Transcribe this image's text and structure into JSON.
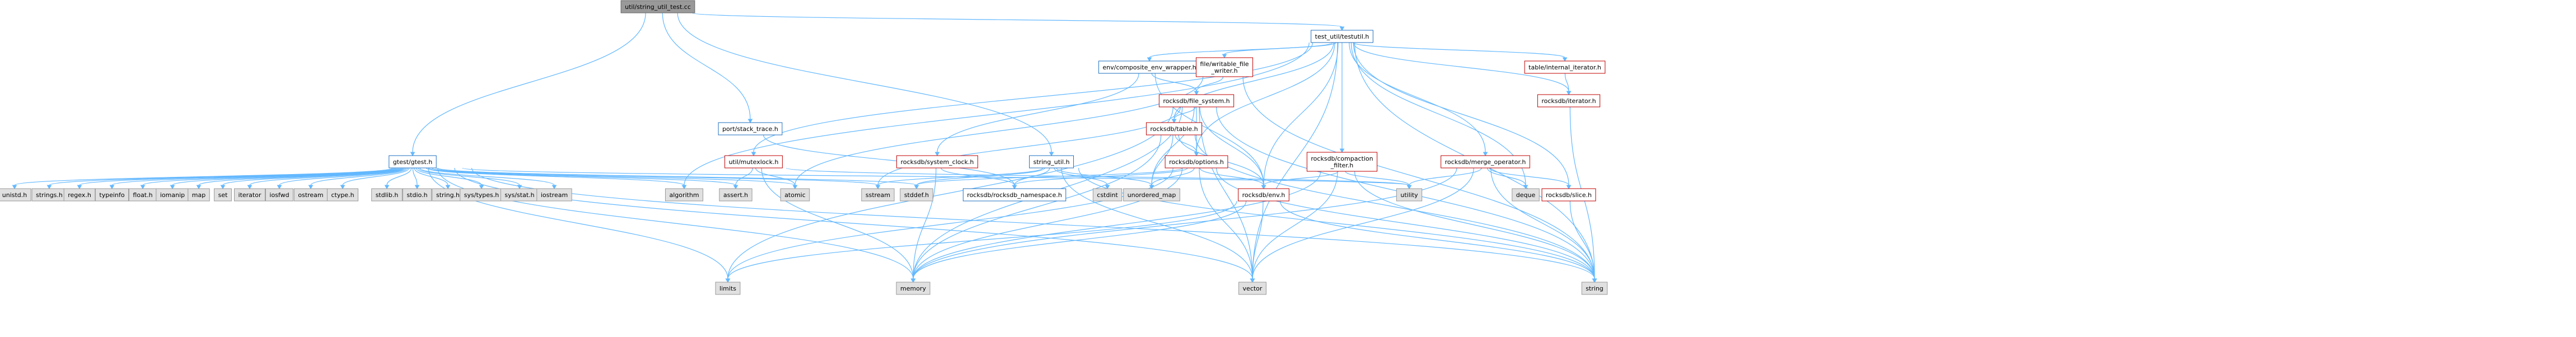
{
  "colors": {
    "root_fill": "#999999",
    "root_stroke": "#666666",
    "linked_fill": "#ffffff",
    "linked_stroke": "#c00000",
    "local_fill": "#ffffff",
    "local_stroke": "#1f6fbf",
    "system_fill": "#e0e0e0",
    "system_stroke": "#999999",
    "edge": "#63b8ff"
  },
  "nodes": [
    {
      "id": "root",
      "lines": [
        "util/string_util_test.cc"
      ],
      "kind": "root"
    },
    {
      "id": "testutil",
      "lines": [
        "test_util/testutil.h"
      ],
      "kind": "local"
    },
    {
      "id": "gtest",
      "lines": [
        "gtest/gtest.h"
      ],
      "kind": "local"
    },
    {
      "id": "stacktrace",
      "lines": [
        "port/stack_trace.h"
      ],
      "kind": "local"
    },
    {
      "id": "stringutil",
      "lines": [
        "string_util.h"
      ],
      "kind": "local"
    },
    {
      "id": "composite",
      "lines": [
        "env/composite_env_wrapper.h"
      ],
      "kind": "local"
    },
    {
      "id": "filewriter",
      "lines": [
        "file/writable_file",
        "_writer.h"
      ],
      "kind": "linked"
    },
    {
      "id": "filesystem",
      "lines": [
        "rocksdb/file_system.h"
      ],
      "kind": "linked"
    },
    {
      "id": "table",
      "lines": [
        "rocksdb/table.h"
      ],
      "kind": "linked"
    },
    {
      "id": "options",
      "lines": [
        "rocksdb/options.h"
      ],
      "kind": "linked"
    },
    {
      "id": "env",
      "lines": [
        "rocksdb/env.h"
      ],
      "kind": "linked"
    },
    {
      "id": "mutexlock",
      "lines": [
        "util/mutexlock.h"
      ],
      "kind": "linked"
    },
    {
      "id": "sysclock",
      "lines": [
        "rocksdb/system_clock.h"
      ],
      "kind": "linked"
    },
    {
      "id": "namespace",
      "lines": [
        "rocksdb/rocksdb_namespace.h"
      ],
      "kind": "local"
    },
    {
      "id": "compfilter",
      "lines": [
        "rocksdb/compaction",
        "_filter.h"
      ],
      "kind": "linked"
    },
    {
      "id": "mergeop",
      "lines": [
        "rocksdb/merge_operator.h"
      ],
      "kind": "linked"
    },
    {
      "id": "tableiter",
      "lines": [
        "table/internal_iterator.h"
      ],
      "kind": "linked"
    },
    {
      "id": "iterator",
      "lines": [
        "rocksdb/iterator.h"
      ],
      "kind": "linked"
    },
    {
      "id": "slice",
      "lines": [
        "rocksdb/slice.h"
      ],
      "kind": "linked"
    },
    {
      "id": "unistd",
      "lines": [
        "unistd.h"
      ],
      "kind": "system"
    },
    {
      "id": "strings_h",
      "lines": [
        "strings.h"
      ],
      "kind": "system"
    },
    {
      "id": "regex",
      "lines": [
        "regex.h"
      ],
      "kind": "system"
    },
    {
      "id": "typeinfo",
      "lines": [
        "typeinfo"
      ],
      "kind": "system"
    },
    {
      "id": "float_h",
      "lines": [
        "float.h"
      ],
      "kind": "system"
    },
    {
      "id": "iomanip",
      "lines": [
        "iomanip"
      ],
      "kind": "system"
    },
    {
      "id": "map",
      "lines": [
        "map"
      ],
      "kind": "system"
    },
    {
      "id": "set",
      "lines": [
        "set"
      ],
      "kind": "system"
    },
    {
      "id": "iterator_std",
      "lines": [
        "iterator"
      ],
      "kind": "system"
    },
    {
      "id": "iosfwd",
      "lines": [
        "iosfwd"
      ],
      "kind": "system"
    },
    {
      "id": "ostream",
      "lines": [
        "ostream"
      ],
      "kind": "system"
    },
    {
      "id": "ctype",
      "lines": [
        "ctype.h"
      ],
      "kind": "system"
    },
    {
      "id": "stdlib",
      "lines": [
        "stdlib.h"
      ],
      "kind": "system"
    },
    {
      "id": "stdio",
      "lines": [
        "stdio.h"
      ],
      "kind": "system"
    },
    {
      "id": "string_h",
      "lines": [
        "string.h"
      ],
      "kind": "system"
    },
    {
      "id": "systypes",
      "lines": [
        "sys/types.h"
      ],
      "kind": "system"
    },
    {
      "id": "sysstat",
      "lines": [
        "sys/stat.h"
      ],
      "kind": "system"
    },
    {
      "id": "iostream",
      "lines": [
        "iostream"
      ],
      "kind": "system"
    },
    {
      "id": "algorithm",
      "lines": [
        "algorithm"
      ],
      "kind": "system"
    },
    {
      "id": "assert",
      "lines": [
        "assert.h"
      ],
      "kind": "system"
    },
    {
      "id": "atomic",
      "lines": [
        "atomic"
      ],
      "kind": "system"
    },
    {
      "id": "sstream",
      "lines": [
        "sstream"
      ],
      "kind": "system"
    },
    {
      "id": "stddef",
      "lines": [
        "stddef.h"
      ],
      "kind": "system"
    },
    {
      "id": "cstdint",
      "lines": [
        "cstdint"
      ],
      "kind": "system"
    },
    {
      "id": "unordered_map",
      "lines": [
        "unordered_map"
      ],
      "kind": "system"
    },
    {
      "id": "utility",
      "lines": [
        "utility"
      ],
      "kind": "system"
    },
    {
      "id": "deque",
      "lines": [
        "deque"
      ],
      "kind": "system"
    },
    {
      "id": "limits",
      "lines": [
        "limits"
      ],
      "kind": "system"
    },
    {
      "id": "memory",
      "lines": [
        "memory"
      ],
      "kind": "system"
    },
    {
      "id": "vector",
      "lines": [
        "vector"
      ],
      "kind": "system"
    },
    {
      "id": "string",
      "lines": [
        "string"
      ],
      "kind": "system"
    }
  ],
  "edges": [
    [
      "root",
      "testutil"
    ],
    [
      "root",
      "gtest"
    ],
    [
      "root",
      "stacktrace"
    ],
    [
      "root",
      "stringutil"
    ],
    [
      "testutil",
      "algorithm"
    ],
    [
      "testutil",
      "composite"
    ],
    [
      "testutil",
      "filewriter"
    ],
    [
      "testutil",
      "mutexlock"
    ],
    [
      "testutil",
      "options"
    ],
    [
      "testutil",
      "env"
    ],
    [
      "testutil",
      "compfilter"
    ],
    [
      "testutil",
      "mergeop"
    ],
    [
      "testutil",
      "tableiter"
    ],
    [
      "testutil",
      "iterator"
    ],
    [
      "testutil",
      "slice"
    ],
    [
      "testutil",
      "table"
    ],
    [
      "testutil",
      "deque"
    ],
    [
      "testutil",
      "string"
    ],
    [
      "testutil",
      "vector"
    ],
    [
      "gtest",
      "unistd"
    ],
    [
      "gtest",
      "strings_h"
    ],
    [
      "gtest",
      "regex"
    ],
    [
      "gtest",
      "typeinfo"
    ],
    [
      "gtest",
      "float_h"
    ],
    [
      "gtest",
      "iomanip"
    ],
    [
      "gtest",
      "map"
    ],
    [
      "gtest",
      "set"
    ],
    [
      "gtest",
      "iterator_std"
    ],
    [
      "gtest",
      "iosfwd"
    ],
    [
      "gtest",
      "ostream"
    ],
    [
      "gtest",
      "ctype"
    ],
    [
      "gtest",
      "stdlib"
    ],
    [
      "gtest",
      "stdio"
    ],
    [
      "gtest",
      "string_h"
    ],
    [
      "gtest",
      "systypes"
    ],
    [
      "gtest",
      "sysstat"
    ],
    [
      "gtest",
      "iostream"
    ],
    [
      "gtest",
      "algorithm"
    ],
    [
      "gtest",
      "assert"
    ],
    [
      "gtest",
      "atomic"
    ],
    [
      "gtest",
      "sstream"
    ],
    [
      "gtest",
      "stddef"
    ],
    [
      "gtest",
      "limits"
    ],
    [
      "gtest",
      "memory"
    ],
    [
      "gtest",
      "string"
    ],
    [
      "gtest",
      "utility"
    ],
    [
      "gtest",
      "vector"
    ],
    [
      "stacktrace",
      "namespace"
    ],
    [
      "stringutil",
      "sstream"
    ],
    [
      "stringutil",
      "namespace"
    ],
    [
      "stringutil",
      "cstdint"
    ],
    [
      "stringutil",
      "unordered_map"
    ],
    [
      "stringutil",
      "string"
    ],
    [
      "stringutil",
      "vector"
    ],
    [
      "stringutil",
      "stddef"
    ],
    [
      "composite",
      "filesystem"
    ],
    [
      "composite",
      "sysclock"
    ],
    [
      "composite",
      "env"
    ],
    [
      "filewriter",
      "filesystem"
    ],
    [
      "filewriter",
      "atomic"
    ],
    [
      "filewriter",
      "string"
    ],
    [
      "filesystem",
      "table"
    ],
    [
      "filesystem",
      "options"
    ],
    [
      "filesystem",
      "env"
    ],
    [
      "filesystem",
      "sstream"
    ],
    [
      "filesystem",
      "memory"
    ],
    [
      "filesystem",
      "string"
    ],
    [
      "filesystem",
      "unordered_map"
    ],
    [
      "filesystem",
      "vector"
    ],
    [
      "filesystem",
      "limits"
    ],
    [
      "table",
      "options"
    ],
    [
      "table",
      "env"
    ],
    [
      "table",
      "memory"
    ],
    [
      "table",
      "string"
    ],
    [
      "table",
      "unordered_map"
    ],
    [
      "options",
      "env"
    ],
    [
      "options",
      "namespace"
    ],
    [
      "options",
      "stddef"
    ],
    [
      "options",
      "limits"
    ],
    [
      "options",
      "memory"
    ],
    [
      "options",
      "string"
    ],
    [
      "options",
      "unordered_map"
    ],
    [
      "options",
      "vector"
    ],
    [
      "env",
      "limits"
    ],
    [
      "env",
      "memory"
    ],
    [
      "env",
      "string"
    ],
    [
      "env",
      "vector"
    ],
    [
      "mutexlock",
      "assert"
    ],
    [
      "mutexlock",
      "atomic"
    ],
    [
      "mutexlock",
      "memory"
    ],
    [
      "mutexlock",
      "utility"
    ],
    [
      "sysclock",
      "namespace"
    ],
    [
      "sysclock",
      "memory"
    ],
    [
      "compfilter",
      "memory"
    ],
    [
      "compfilter",
      "string"
    ],
    [
      "compfilter",
      "vector"
    ],
    [
      "compfilter",
      "utility"
    ],
    [
      "compfilter",
      "env"
    ],
    [
      "mergeop",
      "deque"
    ],
    [
      "mergeop",
      "memory"
    ],
    [
      "mergeop",
      "string"
    ],
    [
      "mergeop",
      "utility"
    ],
    [
      "mergeop",
      "vector"
    ],
    [
      "mergeop",
      "slice"
    ],
    [
      "tableiter",
      "iterator"
    ],
    [
      "iterator",
      "string"
    ],
    [
      "slice",
      "string"
    ]
  ]
}
